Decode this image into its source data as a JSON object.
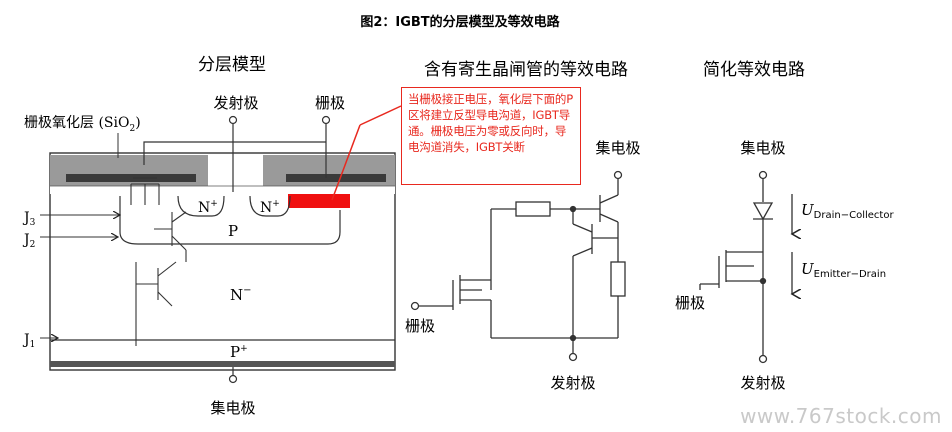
{
  "title": "图2：IGBT的分层模型及等效电路",
  "sections": {
    "layered": "分层模型",
    "parasitic": "含有寄生晶闸管的等效电路",
    "simplified": "简化等效电路"
  },
  "layered_model": {
    "emitter": "发射极",
    "gate": "栅极",
    "oxide_label": "栅极氧化层 (SiO",
    "oxide_sub": "2",
    "oxide_close": ")",
    "collector": "集电极",
    "n_plus_left": "N",
    "n_plus_right": "N",
    "plus_sup": "+",
    "p_region": "P",
    "n_minus": "N",
    "minus_sup": "−",
    "p_plus": "P",
    "j3": "J",
    "j3_sub": "3",
    "j2": "J",
    "j2_sub": "2",
    "j1": "J",
    "j1_sub": "1"
  },
  "callout_text": "当栅极接正电压，氧化层下面的P区将建立反型导电沟道，IGBT导通。栅极电压为零或反向时，导电沟道消失，IGBT关断",
  "parasitic_circuit": {
    "collector": "集电极",
    "gate": "栅极",
    "emitter": "发射极"
  },
  "simplified_circuit": {
    "collector": "集电极",
    "gate": "栅极",
    "emitter": "发射极",
    "u1": "U",
    "u1_sub": "Drain−Collector",
    "u2": "U",
    "u2_sub": "Emitter−Drain"
  },
  "watermark": "www.767stock.com",
  "colors": {
    "accent_red": "#e8291f",
    "gray_layer": "#9a9a9a",
    "dark_electrode": "#3a3a3a"
  }
}
